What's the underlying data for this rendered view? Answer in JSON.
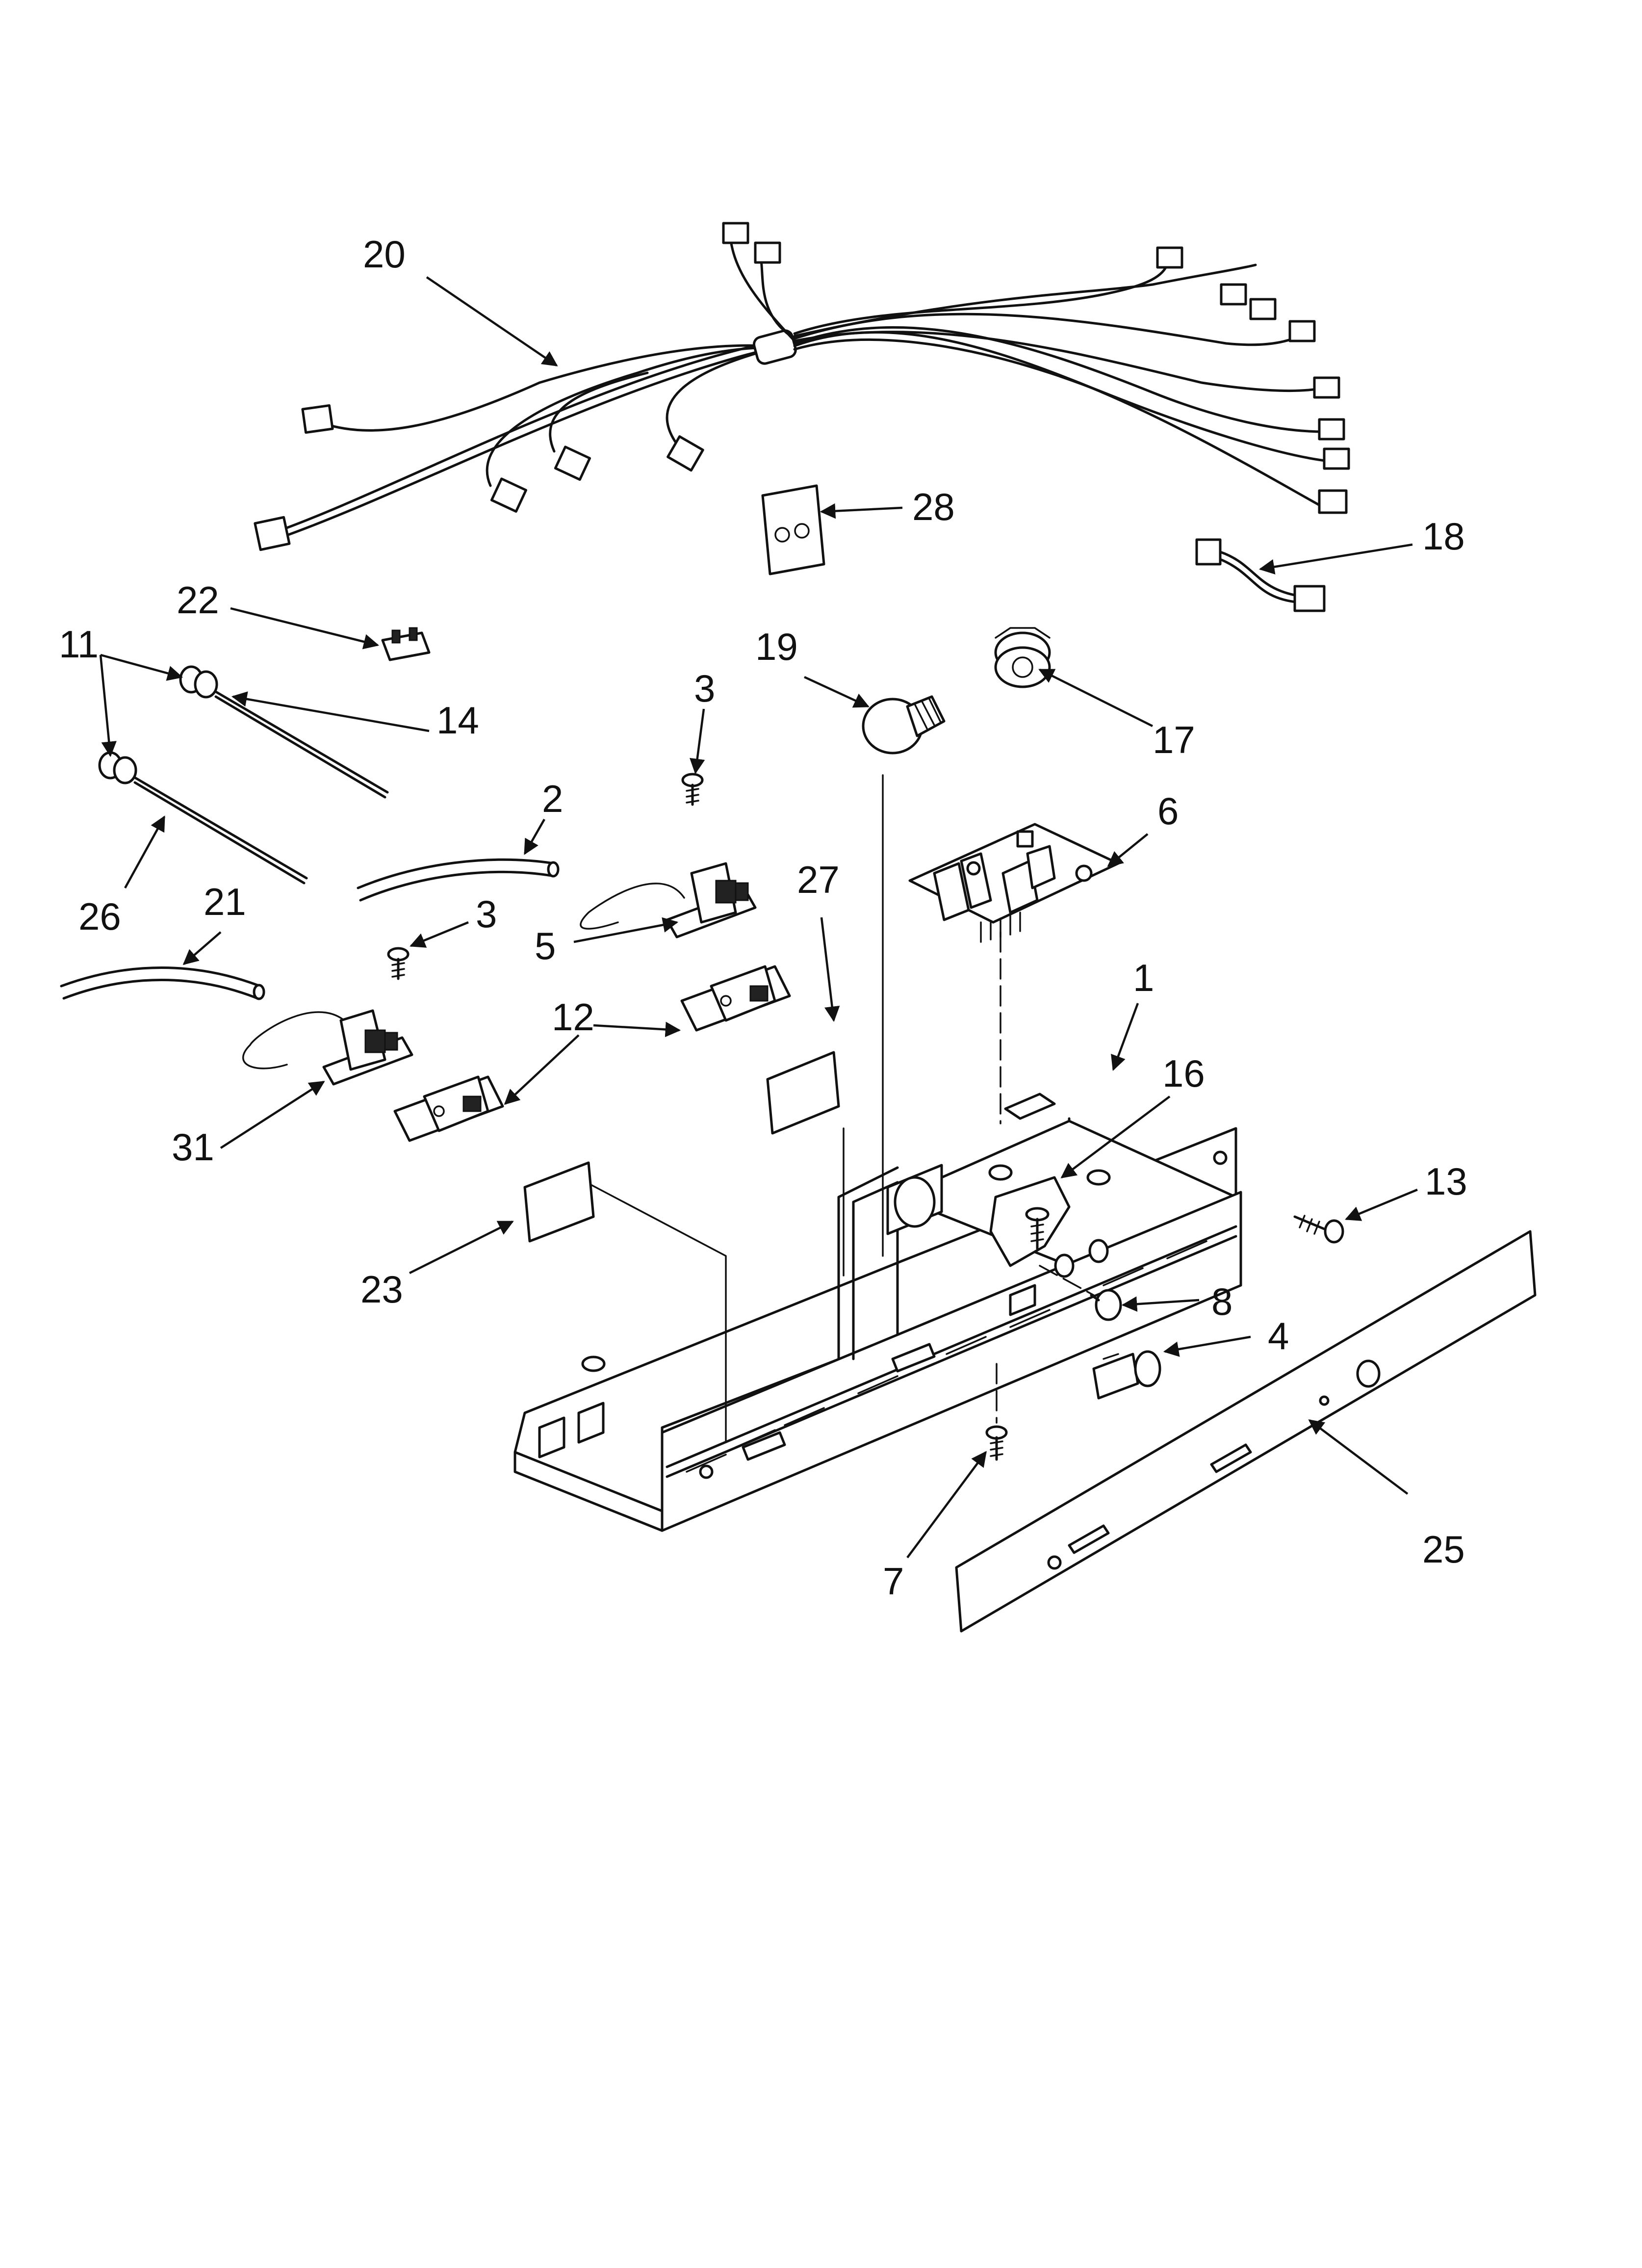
{
  "callouts": [
    {
      "num": "20"
    },
    {
      "num": "28"
    },
    {
      "num": "18"
    },
    {
      "num": "22"
    },
    {
      "num": "11"
    },
    {
      "num": "14"
    },
    {
      "num": "19"
    },
    {
      "num": "17"
    },
    {
      "num": "3"
    },
    {
      "num": "2"
    },
    {
      "num": "26"
    },
    {
      "num": "5"
    },
    {
      "num": "6"
    },
    {
      "num": "27"
    },
    {
      "num": "21"
    },
    {
      "num": "3"
    },
    {
      "num": "12"
    },
    {
      "num": "1"
    },
    {
      "num": "16"
    },
    {
      "num": "31"
    },
    {
      "num": "13"
    },
    {
      "num": "23"
    },
    {
      "num": "8"
    },
    {
      "num": "4"
    },
    {
      "num": "7"
    },
    {
      "num": "25"
    }
  ]
}
